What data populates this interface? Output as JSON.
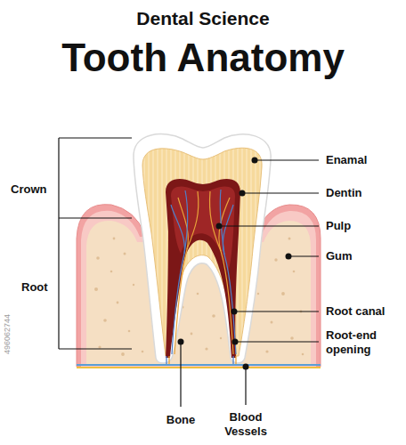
{
  "diagram": {
    "title": "Tooth Anatomy",
    "labels": [
      "Dental Science",
      "Crown",
      "Root",
      "Enamal",
      "Dentin",
      "Pulp",
      "Gum",
      "Root canal",
      "Root-end opening",
      "Bone",
      "Blood Vessels",
      "496062744"
    ]
  }
}
